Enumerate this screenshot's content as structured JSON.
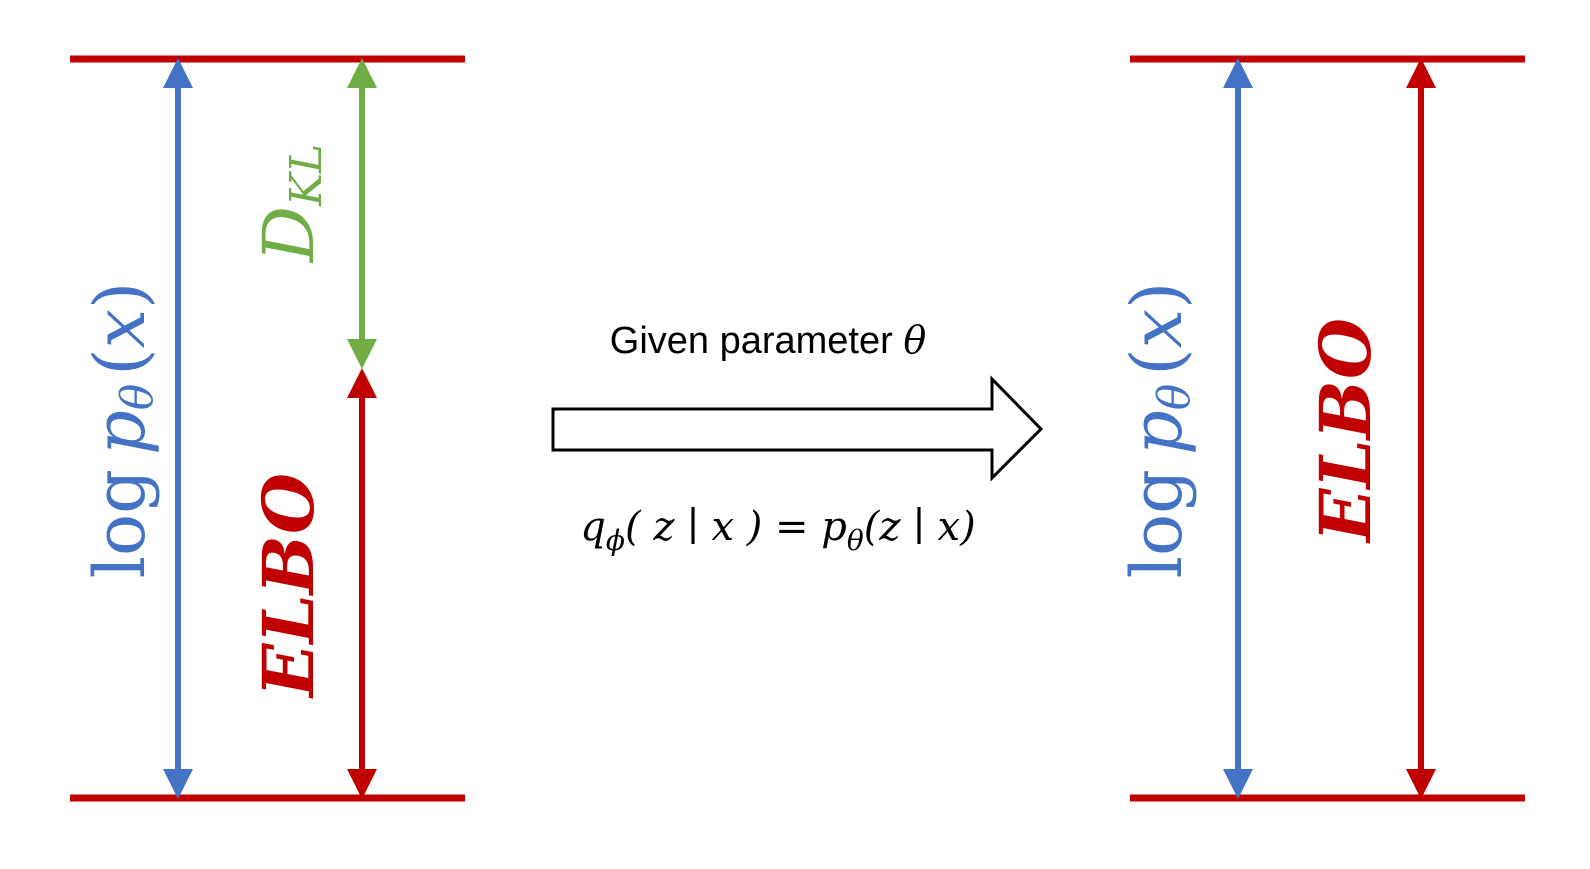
{
  "colors": {
    "red": "#C00000",
    "blue": "#4472C4",
    "green": "#70AD47",
    "black": "#000000"
  },
  "left_panel": {
    "log_text": "log",
    "p_text": "p",
    "theta_sub": "θ",
    "paren_open": "(",
    "x_text": "x",
    "paren_close": ")",
    "d_text": "D",
    "kl_sub": "KL",
    "elbo_text": "ELBO"
  },
  "right_panel": {
    "log_text": "log",
    "p_text": "p",
    "theta_sub": "θ",
    "paren_open": "(",
    "x_text": "x",
    "paren_close": ")",
    "elbo_text": "ELBO"
  },
  "middle": {
    "caption": "Given parameter ",
    "caption_theta": "θ",
    "eq_q": "q",
    "eq_phi": "ϕ",
    "eq_lhs_args": "( z ∣ x ) = ",
    "eq_p": "p",
    "eq_theta": "θ",
    "eq_rhs_args": "(z ∣ x)"
  }
}
